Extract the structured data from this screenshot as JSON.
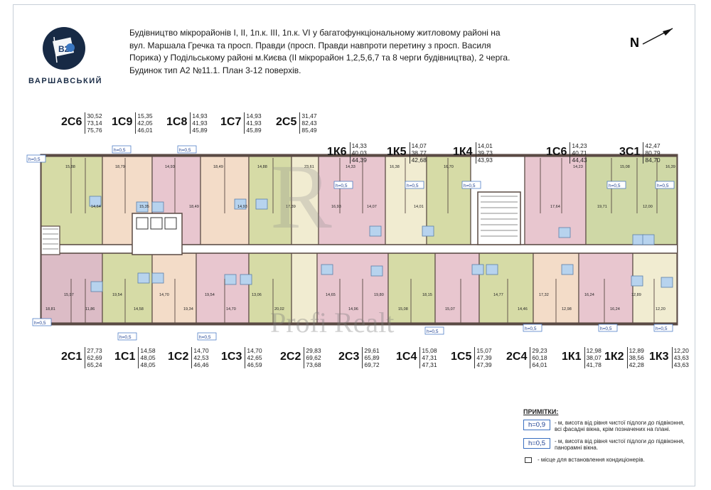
{
  "brand": {
    "logo_text": "B2",
    "name": "ВАРШАВСЬКИЙ"
  },
  "title_lines": [
    "Будівництво мікрорайонів І, ІІ, 1п.к. ІІІ, 1п.к. VI у багатофункціональному житловому районі на",
    "вул. Маршала Гречка та просп. Правди (просп. Правди навпроти перетину  з просп. Василя",
    "Порика) у Подільському районі м.Києва (ІІ мікрорайон 1,2,5,6,7 та 8 черги будівництва), 2 черга.",
    "Будинок тип А2  №11.1.   План 3-12 поверхів."
  ],
  "north_label": "N",
  "watermark": {
    "line1": "Profi Realt"
  },
  "colors": {
    "olive": "#d6dba6",
    "pink": "#e8c6cf",
    "peach": "#f3dcc8",
    "cream": "#f1ecd1",
    "green": "#cfd8a6",
    "mauve": "#dcbcc6",
    "wall": "#5a4a44",
    "wet": "#b7d3ee"
  },
  "top_apartments": [
    {
      "code": "2С6",
      "areas": [
        "30,52",
        "73,14",
        "75,76"
      ]
    },
    {
      "code": "1С9",
      "areas": [
        "15,35",
        "42,05",
        "46,01"
      ]
    },
    {
      "code": "1С8",
      "areas": [
        "14,93",
        "41,93",
        "45,89"
      ]
    },
    {
      "code": "1С7",
      "areas": [
        "14,93",
        "41,93",
        "45,89"
      ]
    },
    {
      "code": "2С5",
      "areas": [
        "31,47",
        "82,43",
        "85,49"
      ]
    },
    {
      "code": "1К6",
      "areas": [
        "14,33",
        "40,03",
        "44,39"
      ]
    },
    {
      "code": "1К5",
      "areas": [
        "14,07",
        "38,77",
        "42,68"
      ]
    },
    {
      "code": "1К4",
      "areas": [
        "14,01",
        "39,73",
        "43,93"
      ]
    },
    {
      "code": "1С6",
      "areas": [
        "14,23",
        "40,71",
        "44,43"
      ]
    },
    {
      "code": "3С1",
      "areas": [
        "42,47",
        "80,79",
        "84,70"
      ]
    }
  ],
  "bottom_apartments": [
    {
      "code": "2С1",
      "areas": [
        "27,73",
        "62,69",
        "65,24"
      ]
    },
    {
      "code": "1С1",
      "areas": [
        "14,58",
        "48,05",
        "48,05"
      ]
    },
    {
      "code": "1С2",
      "areas": [
        "14,70",
        "42,53",
        "46,46"
      ]
    },
    {
      "code": "1С3",
      "areas": [
        "14,70",
        "42,65",
        "46,59"
      ]
    },
    {
      "code": "2С2",
      "areas": [
        "29,83",
        "69,62",
        "73,68"
      ]
    },
    {
      "code": "2С3",
      "areas": [
        "29,61",
        "65,89",
        "69,72"
      ]
    },
    {
      "code": "1С4",
      "areas": [
        "15,08",
        "47,31",
        "47,31"
      ]
    },
    {
      "code": "1С5",
      "areas": [
        "15,07",
        "47,39",
        "47,39"
      ]
    },
    {
      "code": "2С4",
      "areas": [
        "29,23",
        "60,18",
        "64,01"
      ]
    },
    {
      "code": "1К1",
      "areas": [
        "12,98",
        "38,07",
        "41,78"
      ]
    },
    {
      "code": "1К2",
      "areas": [
        "12,89",
        "38,56",
        "42,28"
      ]
    },
    {
      "code": "1К3",
      "areas": [
        "12,20",
        "43,63",
        "43,63"
      ]
    }
  ],
  "h_tag": "h=0,5",
  "top_rooms": [
    {
      "label": "15,88"
    },
    {
      "label": "14,64"
    },
    {
      "label": "18,79"
    },
    {
      "label": "15,35"
    },
    {
      "label": "14,93"
    },
    {
      "label": "18,49"
    },
    {
      "label": "18,49"
    },
    {
      "label": "14,93"
    },
    {
      "label": "14,88"
    },
    {
      "label": "17,39"
    },
    {
      "label": "23,61"
    },
    {
      "label": "16,93"
    },
    {
      "label": "14,33"
    },
    {
      "label": "14,07"
    },
    {
      "label": "16,38"
    },
    {
      "label": "14,01"
    },
    {
      "label": "16,70"
    },
    {
      "label": "17,64"
    },
    {
      "label": "14,23"
    },
    {
      "label": "19,71"
    },
    {
      "label": "15,08"
    },
    {
      "label": "12,00"
    },
    {
      "label": "16,39"
    }
  ],
  "bottom_rooms": [
    {
      "label": "18,81"
    },
    {
      "label": "15,97"
    },
    {
      "label": "11,86"
    },
    {
      "label": "19,54"
    },
    {
      "label": "14,58"
    },
    {
      "label": "14,70"
    },
    {
      "label": "19,34"
    },
    {
      "label": "19,54"
    },
    {
      "label": "14,70"
    },
    {
      "label": "13,06"
    },
    {
      "label": "20,02"
    },
    {
      "label": "14,65"
    },
    {
      "label": "14,96"
    },
    {
      "label": "19,80"
    },
    {
      "label": "15,08"
    },
    {
      "label": "18,15"
    },
    {
      "label": "15,07"
    },
    {
      "label": "14,77"
    },
    {
      "label": "14,46"
    },
    {
      "label": "17,32"
    },
    {
      "label": "12,98"
    },
    {
      "label": "16,24"
    },
    {
      "label": "16,24"
    },
    {
      "label": "12,89"
    },
    {
      "label": "12,20"
    }
  ],
  "notes": {
    "title": "ПРИМІТКИ:",
    "items": [
      {
        "tag": "h=0,9",
        "text": "- м, висота від рівня чистої підлоги до підвіконня, всі фасадні вікна, крім позначених на плані."
      },
      {
        "tag": "h=0,5",
        "text": "- м, висота від рівня чистої підлоги до підвіконня, панорамні вікна."
      },
      {
        "tag": "",
        "text": "- місце для встановлення кондиціонерів."
      }
    ]
  }
}
